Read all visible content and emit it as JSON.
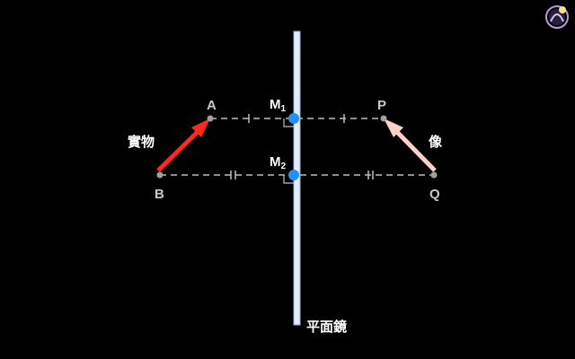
{
  "points": {
    "A": "A",
    "B": "B",
    "P": "P",
    "Q": "Q"
  },
  "mirror_points": {
    "m1_main": "M",
    "m1_sub": "1",
    "m2_main": "M",
    "m2_sub": "2"
  },
  "labels": {
    "object": "實物",
    "image": "像",
    "mirror": "平面鏡"
  },
  "colors": {
    "object_arrow": "#ff2a1a",
    "image_arrow": "#ffd0c8",
    "mirror": "#dde8ff",
    "mirror_point": "#1e90ff",
    "dashed_line": "#bdbdbd"
  },
  "logo_icon": "owl-logo-icon"
}
